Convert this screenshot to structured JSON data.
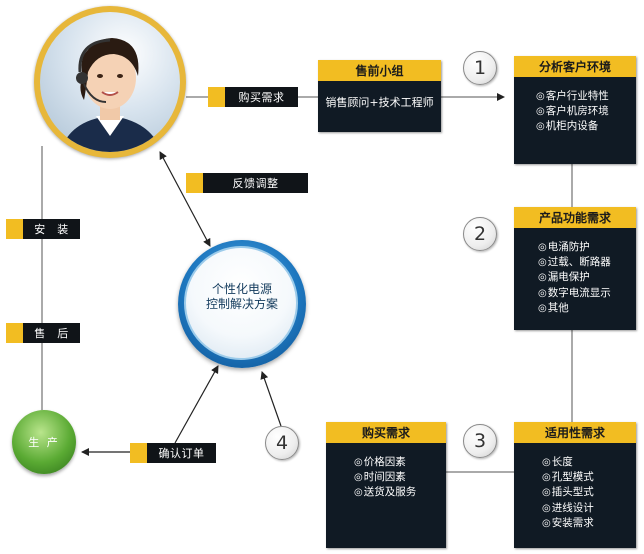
{
  "steps": [
    "1",
    "2",
    "3",
    "4"
  ],
  "labels": {
    "purchase_need": "购买需求",
    "feedback": "反馈调整",
    "install": "安　装",
    "after_sale": "售　后",
    "confirm_order": "确认订单"
  },
  "presale": {
    "title": "售前小组",
    "members": "销售顾问+技术工程师"
  },
  "center": {
    "line1": "个性化电源",
    "line2": "控制解决方案"
  },
  "production": "生 产",
  "panels": {
    "customer_env": {
      "title": "分析客户环境",
      "items": [
        "客户行业特性",
        "客户机房环境",
        "机柜内设备"
      ]
    },
    "product_function": {
      "title": "产品功能需求",
      "items": [
        "电涌防护",
        "过载、断路器",
        "漏电保护",
        "数字电流显示",
        "其他"
      ]
    },
    "applicability": {
      "title": "适用性需求",
      "items": [
        "长度",
        "孔型模式",
        "插头型式",
        "进线设计",
        "安装需求"
      ]
    },
    "purchase": {
      "title": "购买需求",
      "items": [
        "价格因素",
        "时间因素",
        "送货及服务"
      ]
    }
  },
  "bullet": "◎",
  "colors": {
    "accent_yellow": "#f2bd22",
    "panel_dark": "#101a24",
    "orb_blue": "#1e78c0",
    "orb_green": "#5aaa33"
  }
}
